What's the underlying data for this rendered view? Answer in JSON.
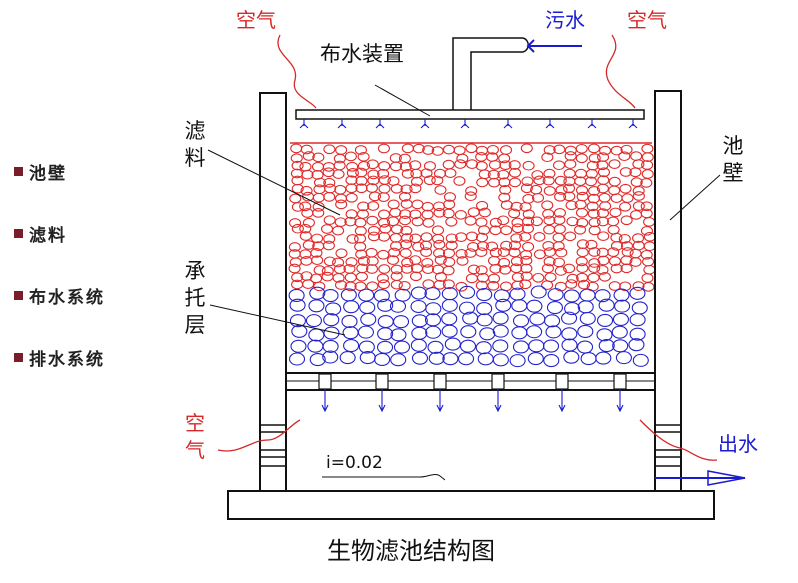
{
  "legend": {
    "items": [
      {
        "label": "池壁"
      },
      {
        "label": "滤料"
      },
      {
        "label": "布水系统"
      },
      {
        "label": "排水系统"
      }
    ]
  },
  "labels": {
    "air_top_left": "空气",
    "air_top_right": "空气",
    "sewage": "污水",
    "distributor": "布水装置",
    "filter_media": "滤料",
    "wall": "池壁",
    "support_layer": "承托层",
    "air_bottom_left": "空气",
    "outflow": "出水",
    "slope": "i=0.02"
  },
  "caption": "生物滤池结构图",
  "colors": {
    "air_label": "#d62828",
    "filter_media": "#e02a2a",
    "support_layer": "#2222cc",
    "outflow": "#1a1ad0",
    "legend_bullet": "#7b1c2a",
    "structure": "#111111"
  }
}
